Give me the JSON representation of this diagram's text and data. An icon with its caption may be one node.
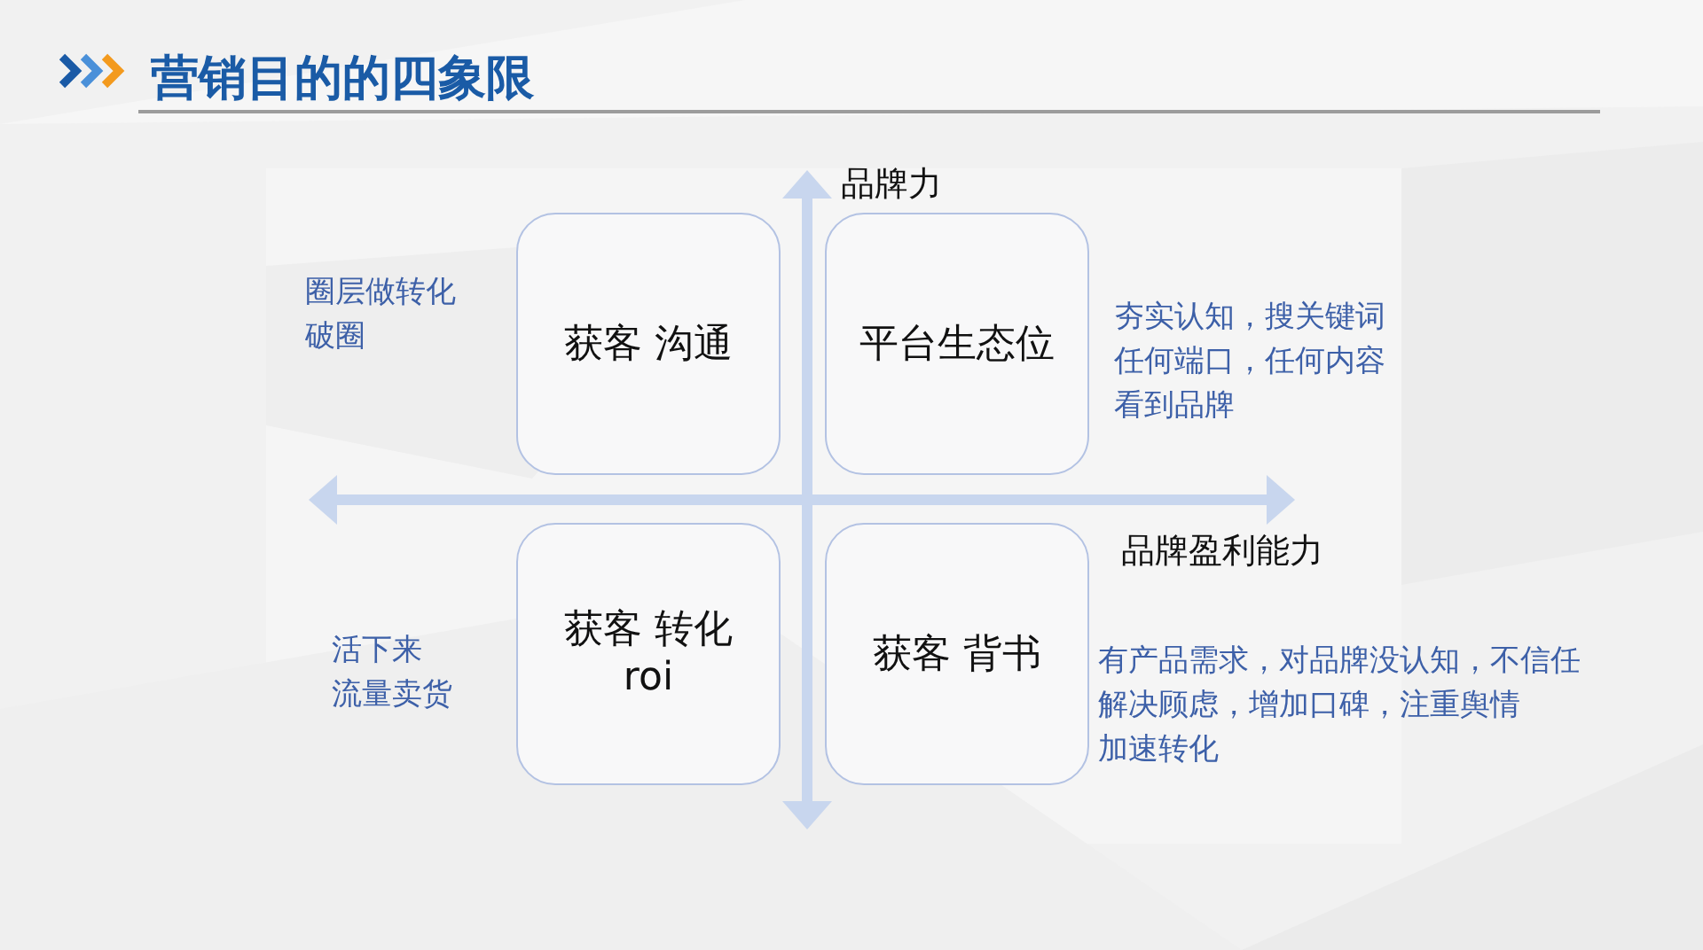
{
  "diagram": {
    "title": "营销目的的四象限",
    "nodes": [
      {
        "text": [
          "获客 沟通"
        ],
        "beside": [
          "圈层做转化",
          "破圈"
        ]
      },
      {
        "text": [
          "平台生态位"
        ],
        "beside": [
          "夯实认知，搜关键词",
          "任何端口，任何内容",
          "看到品牌"
        ]
      },
      {
        "text": [
          "获客 转化",
          "roi"
        ],
        "beside": [
          "活下来",
          "流量卖货"
        ]
      },
      {
        "text": [
          "获客 背书"
        ],
        "beside": [
          "有产品需求，对品牌没认知，不信任",
          "解决顾虑，增加口碑，注重舆情",
          "加速转化"
        ]
      }
    ],
    "labels": [
      "品牌力",
      "品牌盈利能力"
    ]
  }
}
